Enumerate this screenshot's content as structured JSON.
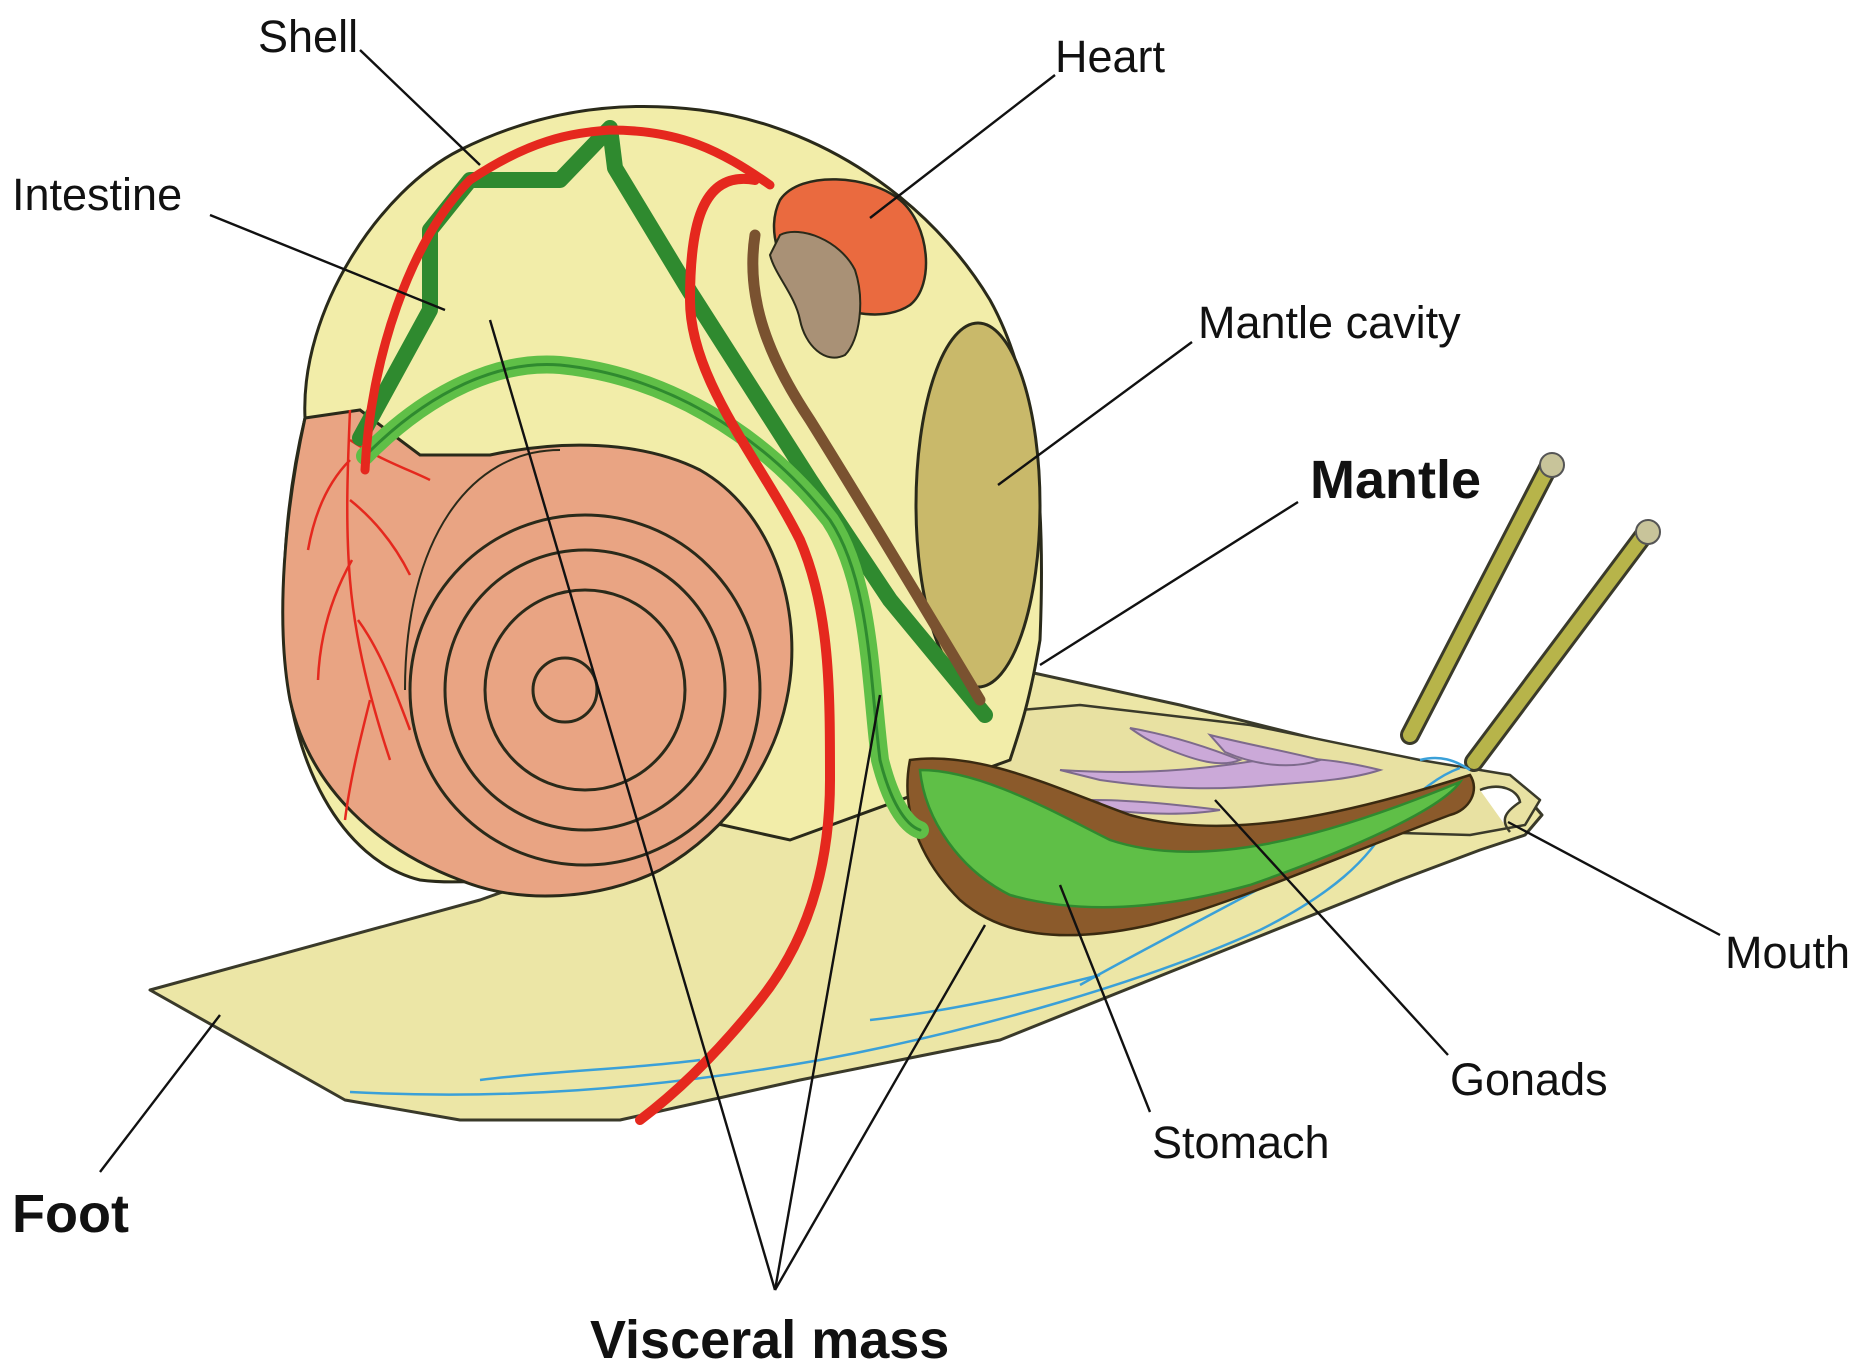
{
  "labels": {
    "shell": "Shell",
    "heart": "Heart",
    "intestine": "Intestine",
    "mantle_cavity": "Mantle cavity",
    "mantle": "Mantle",
    "mouth": "Mouth",
    "foot": "Foot",
    "gonads": "Gonads",
    "stomach": "Stomach",
    "visceral_mass": "Visceral mass"
  },
  "colors": {
    "body": "#ece6a6",
    "body_outline": "#3a3a2a",
    "shell_inner": "#f2eda9",
    "shell_coil": "#e9a483",
    "mantle_cavity": "#c9b96a",
    "heart": "#ea6a3f",
    "heart_atrium": "#a99176",
    "intestine": "#2f8a2f",
    "gut_light": "#5fbf47",
    "gut_brown": "#8b5a2b",
    "blood_vessel": "#e5281e",
    "gonads": "#cba9d8",
    "nerve": "#3aa0d8",
    "tentacle": "#b7b44a"
  }
}
